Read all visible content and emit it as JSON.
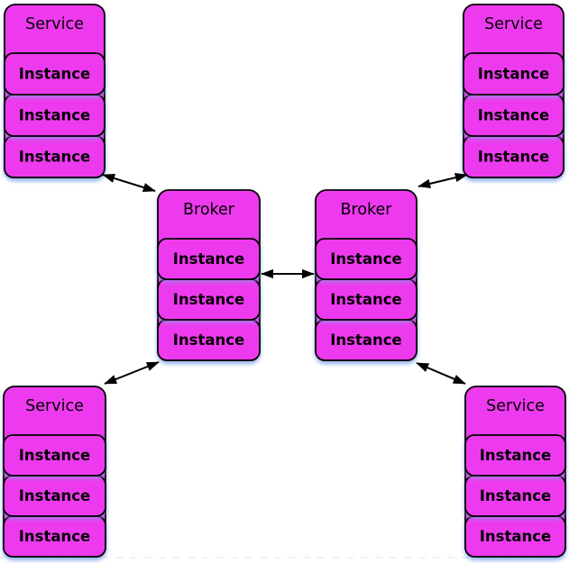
{
  "diagram": {
    "colors": {
      "background": "#FFFFFF",
      "node_fill": "#EE3AEE",
      "node_border": "#000000",
      "text": "#000000",
      "shadow": "#A9C0EC",
      "page_divider": "#E6E6E6"
    },
    "nodes": [
      {
        "id": "service-top-left",
        "title": "Service",
        "instances": [
          "Instance",
          "Instance",
          "Instance"
        ]
      },
      {
        "id": "service-top-right",
        "title": "Service",
        "instances": [
          "Instance",
          "Instance",
          "Instance"
        ]
      },
      {
        "id": "broker-left",
        "title": "Broker",
        "instances": [
          "Instance",
          "Instance",
          "Instance"
        ]
      },
      {
        "id": "broker-right",
        "title": "Broker",
        "instances": [
          "Instance",
          "Instance",
          "Instance"
        ]
      },
      {
        "id": "service-bottom-left",
        "title": "Service",
        "instances": [
          "Instance",
          "Instance",
          "Instance"
        ]
      },
      {
        "id": "service-bottom-right",
        "title": "Service",
        "instances": [
          "Instance",
          "Instance",
          "Instance"
        ]
      }
    ],
    "edges": [
      {
        "from": "service-top-left",
        "to": "broker-left",
        "style": "double-headed-arrow"
      },
      {
        "from": "broker-right",
        "to": "service-top-right",
        "style": "double-headed-arrow"
      },
      {
        "from": "broker-left",
        "to": "broker-right",
        "style": "double-headed-arrow"
      },
      {
        "from": "service-bottom-left",
        "to": "broker-left",
        "style": "double-headed-arrow"
      },
      {
        "from": "broker-right",
        "to": "service-bottom-right",
        "style": "double-headed-arrow"
      }
    ]
  }
}
